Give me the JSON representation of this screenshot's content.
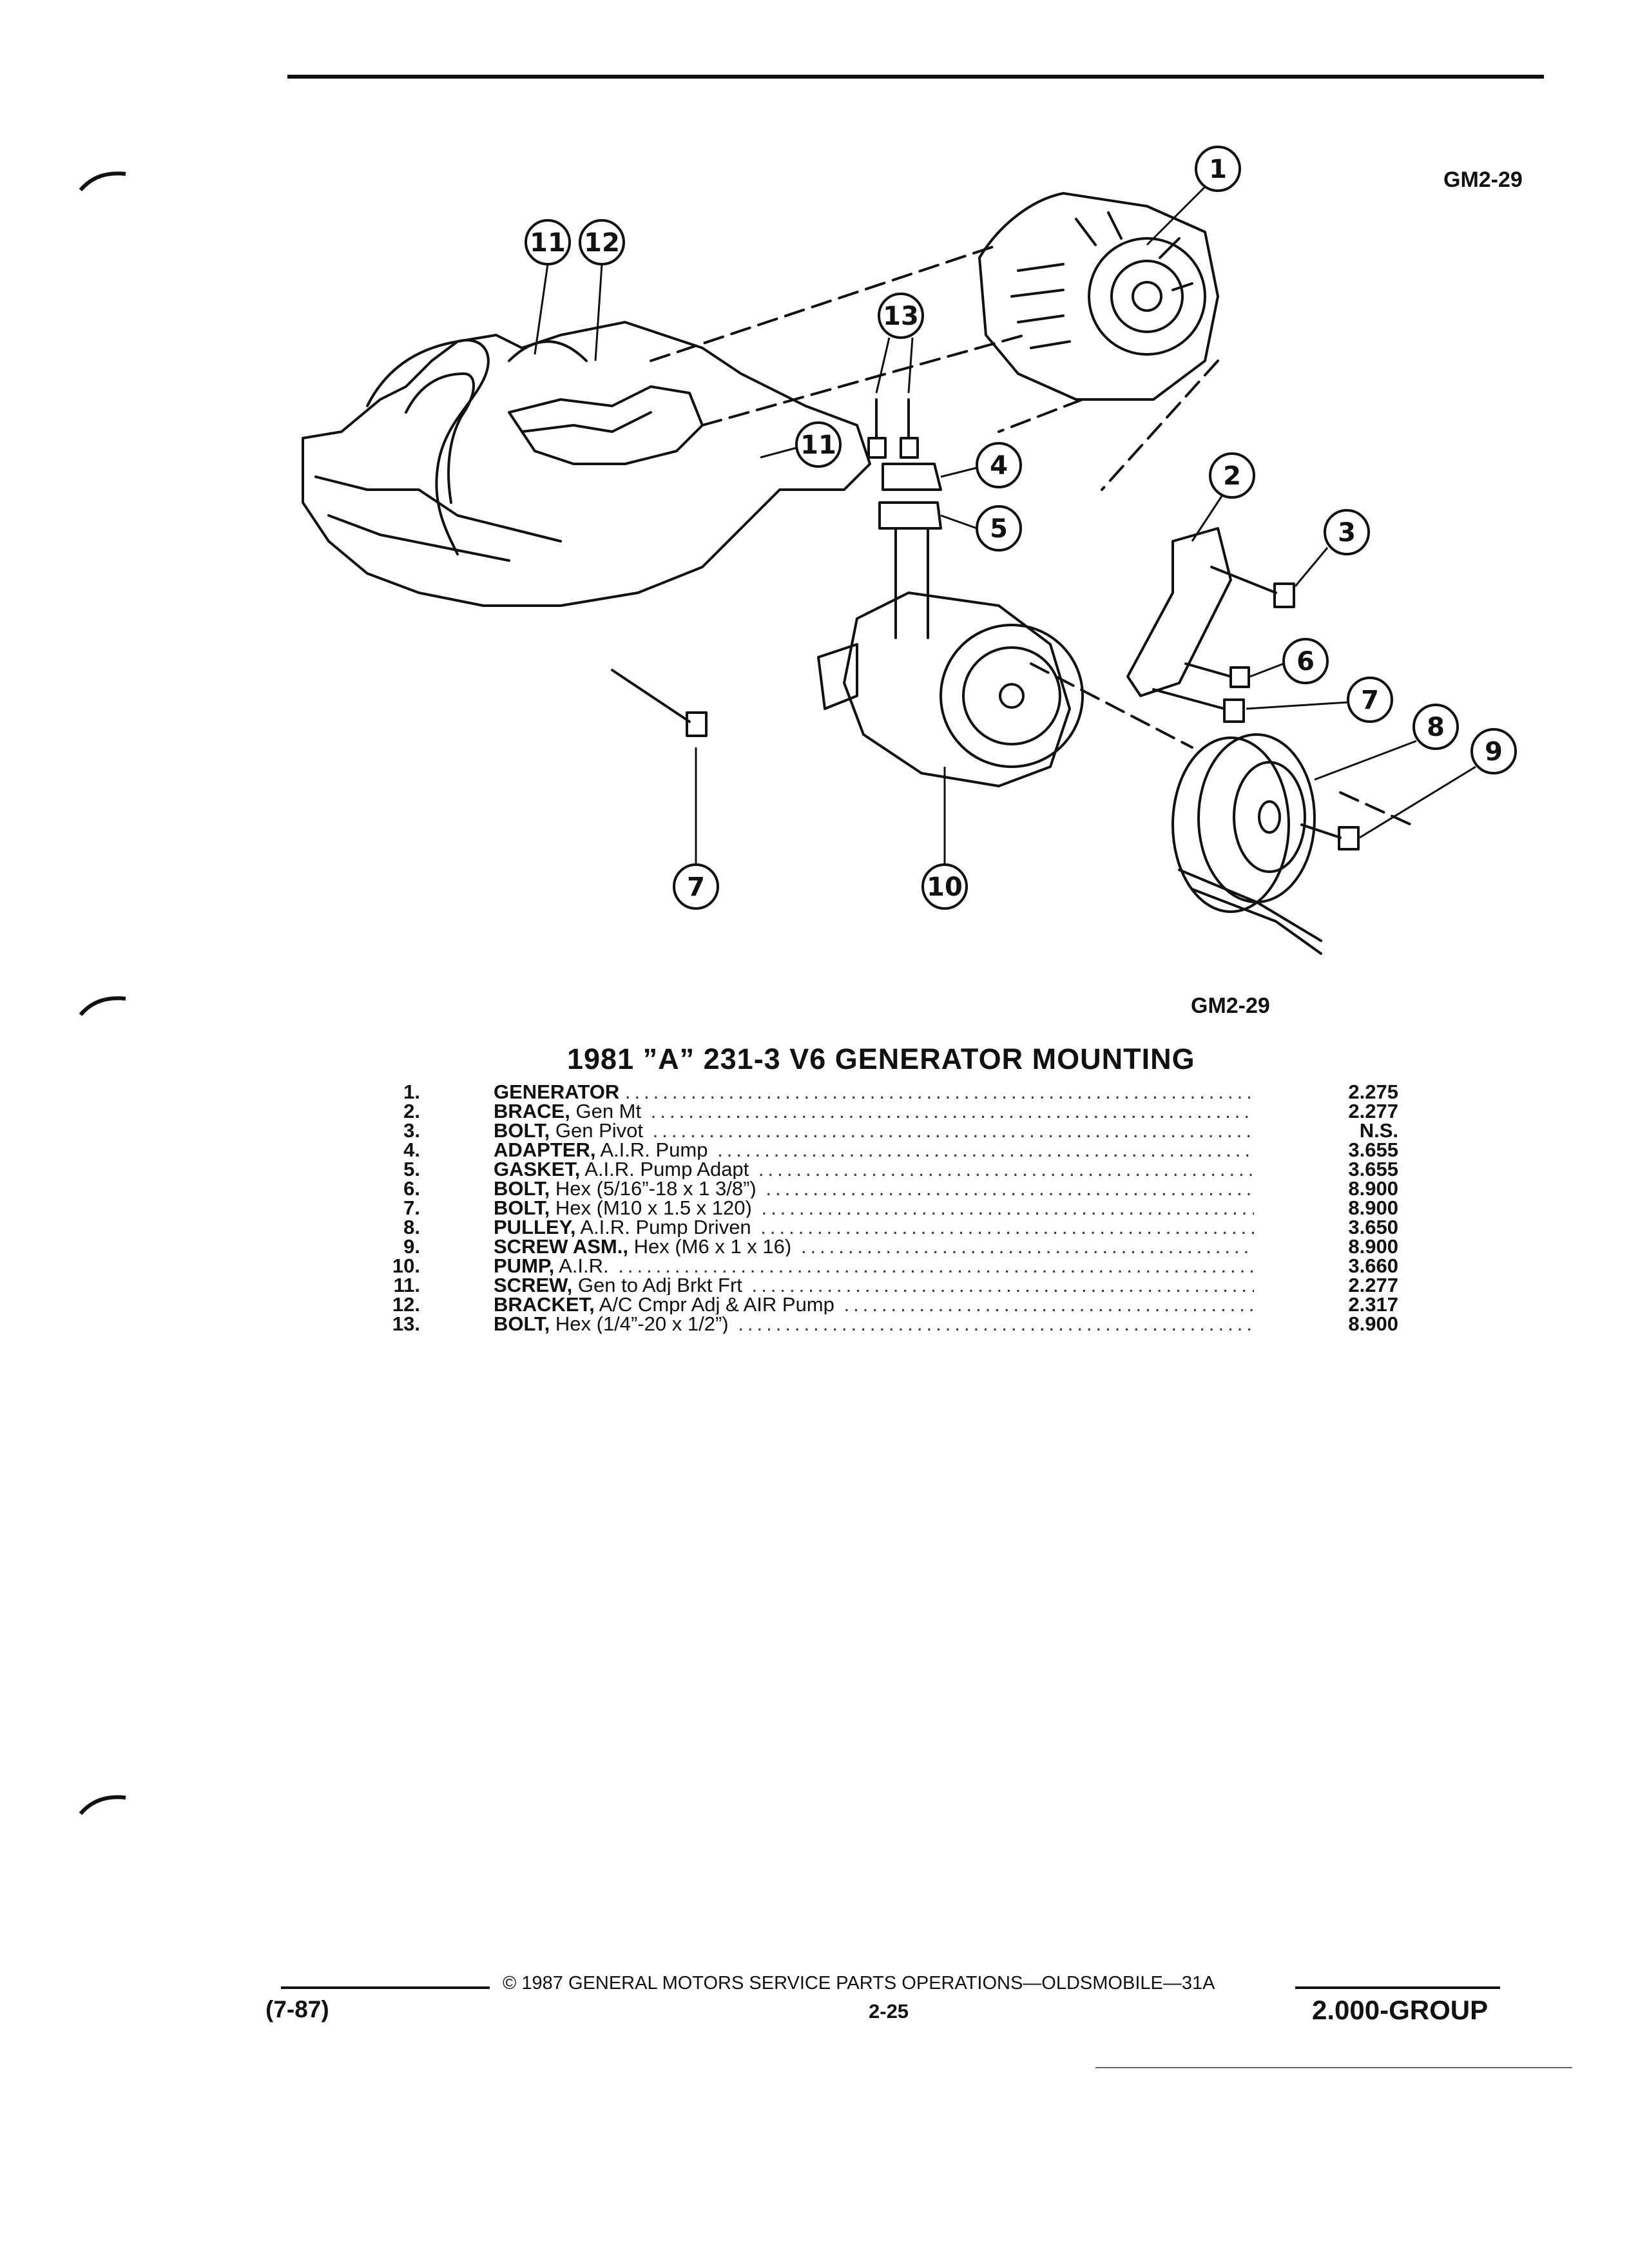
{
  "figure_code_top": "GM2-29",
  "figure_code_bottom": "GM2-29",
  "title": "1981 ”A” 231-3 V6 GENERATOR MOUNTING",
  "callouts": [
    "1",
    "2",
    "3",
    "4",
    "5",
    "6",
    "7",
    "8",
    "9",
    "10",
    "11",
    "11",
    "12",
    "13",
    "7"
  ],
  "parts": [
    {
      "num": "1.",
      "name": "GENERATOR",
      "detail": "",
      "code": "2.275"
    },
    {
      "num": "2.",
      "name": "BRACE,",
      "detail": "Gen Mt",
      "code": "2.277"
    },
    {
      "num": "3.",
      "name": "BOLT,",
      "detail": "Gen Pivot",
      "code": "N.S."
    },
    {
      "num": "4.",
      "name": "ADAPTER,",
      "detail": "A.I.R. Pump",
      "code": "3.655"
    },
    {
      "num": "5.",
      "name": "GASKET,",
      "detail": "A.I.R. Pump Adapt",
      "code": "3.655"
    },
    {
      "num": "6.",
      "name": "BOLT,",
      "detail": "Hex (5/16”-18 x 1 3/8”)",
      "code": "8.900"
    },
    {
      "num": "7.",
      "name": "BOLT,",
      "detail": "Hex (M10 x 1.5 x 120)",
      "code": "8.900"
    },
    {
      "num": "8.",
      "name": "PULLEY,",
      "detail": "A.I.R. Pump Driven",
      "code": "3.650"
    },
    {
      "num": "9.",
      "name": "SCREW ASM.,",
      "detail": "Hex (M6 x 1 x 16)",
      "code": "8.900"
    },
    {
      "num": "10.",
      "name": "PUMP,",
      "detail": "A.I.R.",
      "code": "3.660"
    },
    {
      "num": "11.",
      "name": "SCREW,",
      "detail": "Gen to Adj Brkt Frt",
      "code": "2.277"
    },
    {
      "num": "12.",
      "name": "BRACKET,",
      "detail": "A/C Cmpr Adj & AIR Pump",
      "code": "2.317"
    },
    {
      "num": "13.",
      "name": "BOLT,",
      "detail": "Hex (1/4”-20 x 1/2”)",
      "code": "8.900"
    }
  ],
  "footer": {
    "copyright": "©  1987  GENERAL MOTORS SERVICE PARTS OPERATIONS—OLDSMOBILE—31A",
    "date": "(7-87)",
    "page": "2-25",
    "group": "2.000-GROUP"
  }
}
